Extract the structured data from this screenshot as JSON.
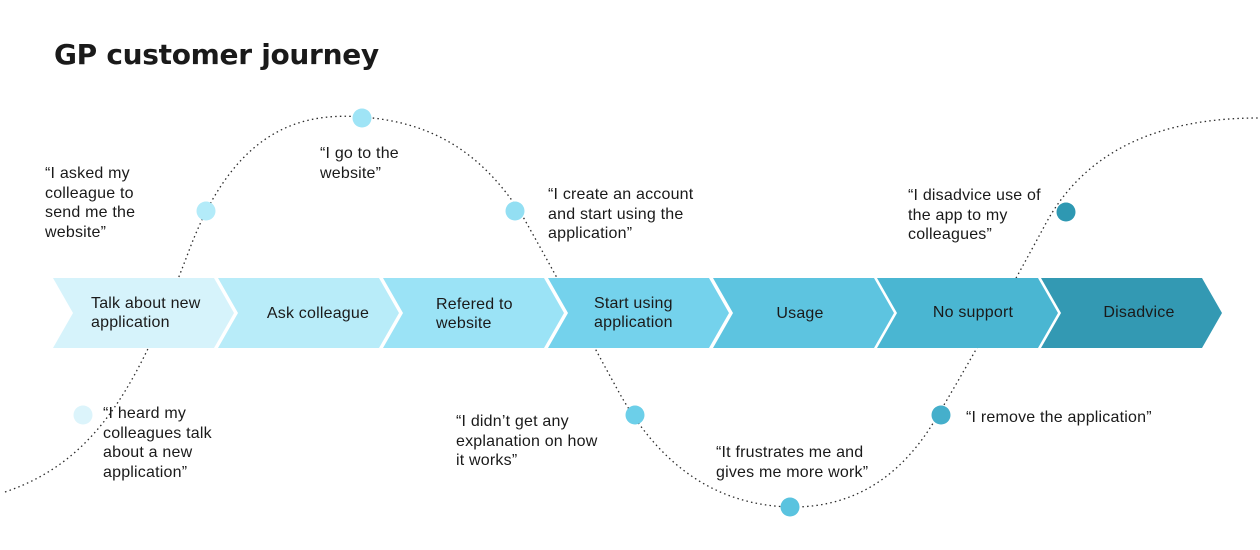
{
  "title": "GP customer journey",
  "stages": [
    {
      "label": "Talk about new\napplication",
      "color": "#d6f3fb"
    },
    {
      "label": "Ask colleague",
      "color": "#b8ecf9"
    },
    {
      "label": "Refered to\nwebsite",
      "color": "#9be3f6"
    },
    {
      "label": "Start using\napplication",
      "color": "#74d2ec"
    },
    {
      "label": "Usage",
      "color": "#5dc4e0"
    },
    {
      "label": "No support",
      "color": "#4ab6d2"
    },
    {
      "label": "Disadvice",
      "color": "#3399b3"
    }
  ],
  "quotes": [
    {
      "text": "“I heard my\ncolleagues talk\nabout a new\napplication”",
      "dot_color": "#dcf4fb"
    },
    {
      "text": "“I asked my\ncolleague to\nsend me the\nwebsite”",
      "dot_color": "#b3ebf9"
    },
    {
      "text": "“I go to the\nwebsite”",
      "dot_color": "#9fe4f6"
    },
    {
      "text": "“I create an account\nand start using the\napplication”",
      "dot_color": "#93dff3"
    },
    {
      "text": "“I didn’t get any\nexplanation on how\nit works”",
      "dot_color": "#6ccfe9"
    },
    {
      "text": "“It frustrates me and\ngives me more work”",
      "dot_color": "#5ac3df"
    },
    {
      "text": "“I remove the application”",
      "dot_color": "#45afcb"
    },
    {
      "text": "“I disadvice use of\nthe app to my\ncolleagues”",
      "dot_color": "#2e98b2"
    }
  ]
}
